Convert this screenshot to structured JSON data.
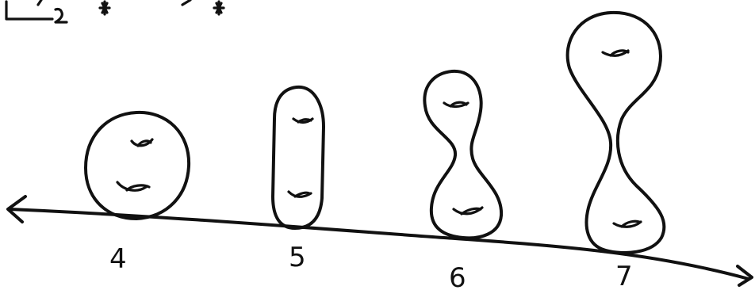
{
  "diagram": {
    "surfaces": [
      {
        "label": "4"
      },
      {
        "label": "5"
      },
      {
        "label": "6"
      },
      {
        "label": "7"
      }
    ]
  }
}
